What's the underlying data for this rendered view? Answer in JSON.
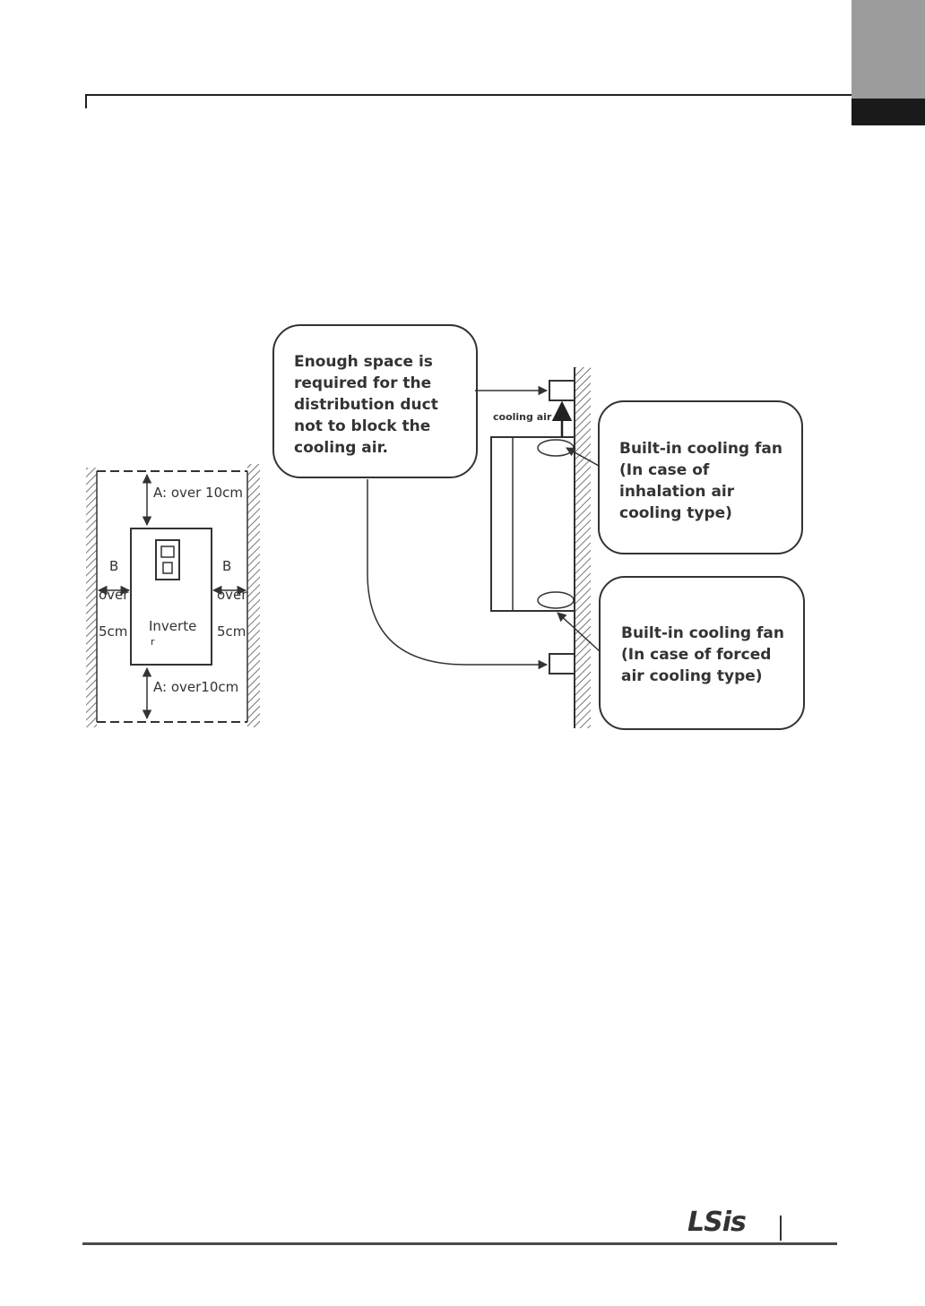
{
  "brand": {
    "logo_text": "LSis"
  },
  "left_diagram": {
    "top_clearance": "A: over 10cm",
    "bottom_clearance": "A: over10cm",
    "left_b": "B",
    "left_over": "over",
    "left_5cm": "5cm",
    "right_b": "B",
    "right_over": "over",
    "right_5cm": "5cm",
    "inverter_line1": "Inverte",
    "inverter_line2": "r"
  },
  "callouts": {
    "duct": [
      "Enough space is",
      "required for the",
      "distribution duct",
      "not to block the",
      "cooling air."
    ],
    "inhalation": [
      "Built-in cooling fan",
      "(In case of",
      "inhalation air",
      "cooling type)"
    ],
    "forced": [
      "Built-in cooling fan",
      "(In case of forced",
      "air cooling type)"
    ]
  },
  "right_diagram": {
    "cooling_air_label": "cooling air"
  },
  "colors": {
    "tab_grey": "#9c9c9c",
    "tab_black": "#1a1a1a",
    "line": "#333333"
  }
}
